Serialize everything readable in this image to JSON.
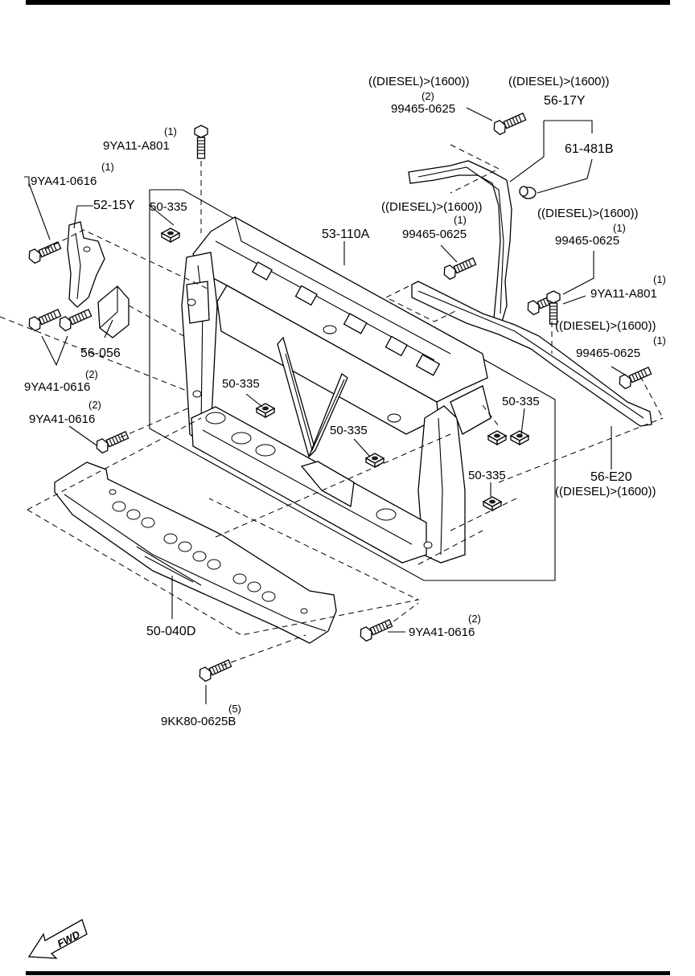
{
  "title": "",
  "labels": {
    "bolt_top_qty": "(1)",
    "bolt_top": "9YA11-A801",
    "bolt_left_qty": "(1)",
    "bolt_left": "9YA41-0616",
    "bracket_left": "52-15Y",
    "nut_a": "50-335",
    "panel": "53-110A",
    "cover_left": "56-056",
    "bolt_left_pair_qty": "(2)",
    "bolt_left_pair": "9YA41-0616",
    "bolt_low_left_qty": "(2)",
    "bolt_low_left": "9YA41-0616",
    "nut_b": "50-335",
    "nut_c": "50-335",
    "nut_d": "50-335",
    "nut_e": "50-335",
    "diesel_a": "((DIESEL)>(1600))",
    "bolt_d1_qty": "(2)",
    "bolt_d1": "99465-0625",
    "diesel_b": "((DIESEL)>(1600))",
    "bracket_diesel": "56-17Y",
    "clip": "61-481B",
    "diesel_c": "((DIESEL)>(1600))",
    "bolt_d2_qty": "(1)",
    "bolt_d2": "99465-0625",
    "diesel_d": "((DIESEL)>(1600))",
    "bolt_d3_qty": "(1)",
    "bolt_d3": "99465-0625",
    "bolt_right_qty": "(1)",
    "bolt_right": "9YA11-A801",
    "diesel_e": "((DIESEL)>(1600))",
    "bolt_d4_qty": "(1)",
    "bolt_d4": "99465-0625",
    "rail_diesel": "56-E20",
    "diesel_f": "((DIESEL)>(1600))",
    "under_cover": "50-040D",
    "bolt_bottom_right_qty": "(2)",
    "bolt_bottom_right": "9YA41-0616",
    "bolt_bottom_qty": "(5)",
    "bolt_bottom": "9KK80-0625B",
    "fwd": "FWD"
  },
  "icons": {
    "forward_arrow": "fwd-arrow-icon",
    "bolt": "bolt-icon",
    "nut": "clip-nut-icon"
  }
}
